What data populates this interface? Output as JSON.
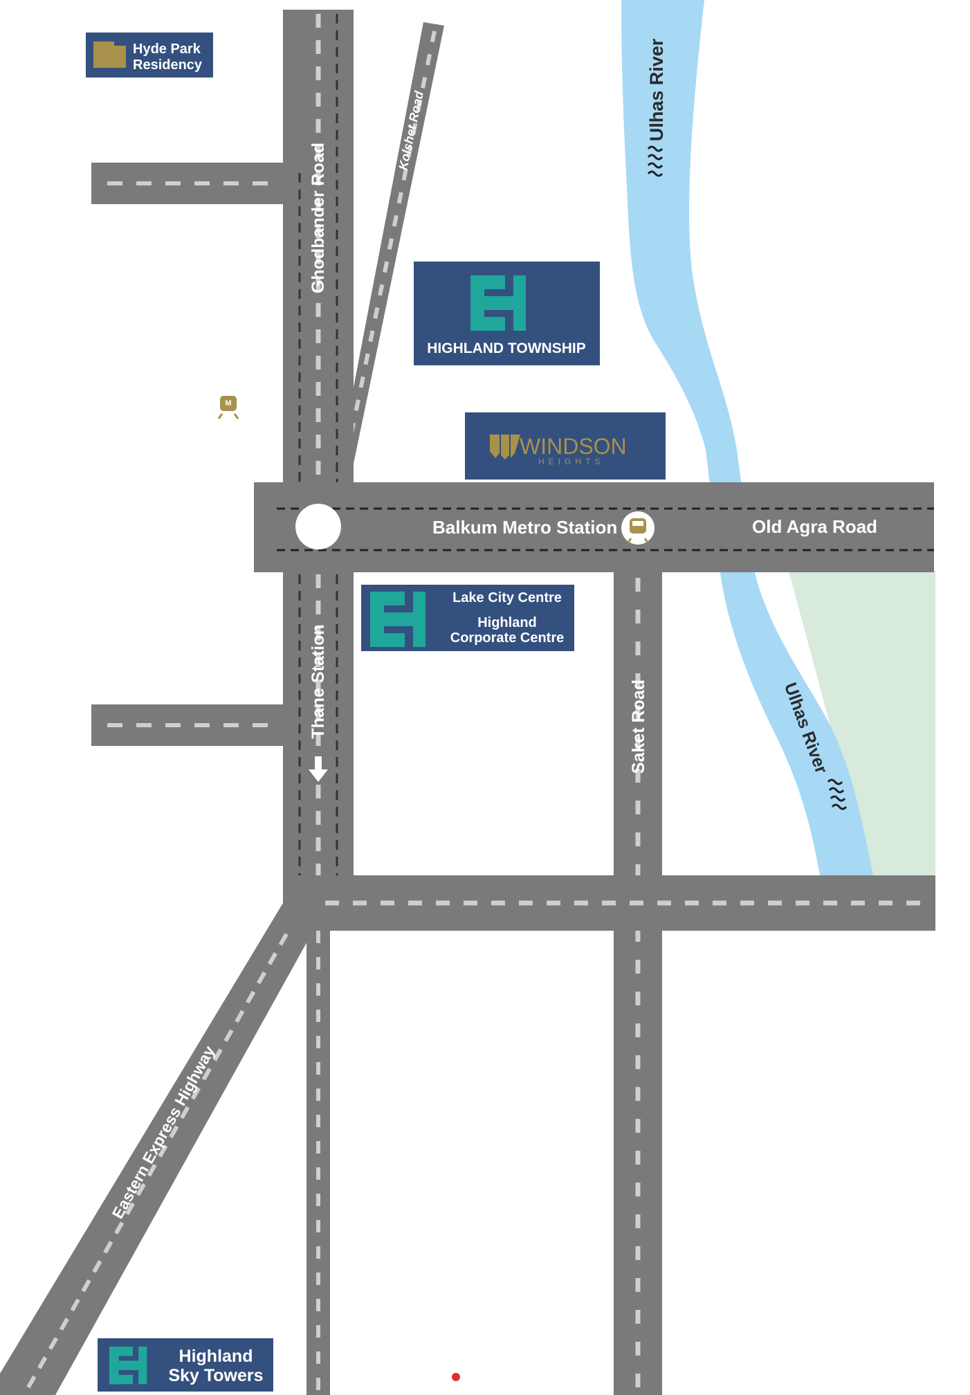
{
  "roads": {
    "ghodbander": "Ghodbander Road",
    "kolshet": "Kolshet Road",
    "old_agra": "Old Agra Road",
    "saket": "Saket Road",
    "thane_station": "Thane Station",
    "eastern_express": "Eastern Express Highway"
  },
  "river": {
    "label_top": "Ulhas River",
    "label_bottom": "Ulhas River"
  },
  "metro": {
    "label": "Balkum Metro Station"
  },
  "places": {
    "hyde_park": {
      "line1": "Hyde Park",
      "line2": "Residency"
    },
    "highland_township": {
      "label": "HIGHLAND TOWNSHIP"
    },
    "windson": {
      "name": "WINDSON",
      "sub": "HEIGHTS"
    },
    "lake_city": {
      "line1": "Lake City Centre",
      "line2": "Highland",
      "line3": "Corporate Centre"
    },
    "sky_towers": {
      "line1": "Highland",
      "line2": "Sky Towers"
    }
  },
  "colors": {
    "road": "#7a7a7a",
    "lane_mark": "#c8c8c8",
    "river": "#a7d9f5",
    "park": "#d8eadb",
    "badge": "#34507e",
    "logo_teal": "#1fa79c",
    "gold": "#a8914a"
  }
}
